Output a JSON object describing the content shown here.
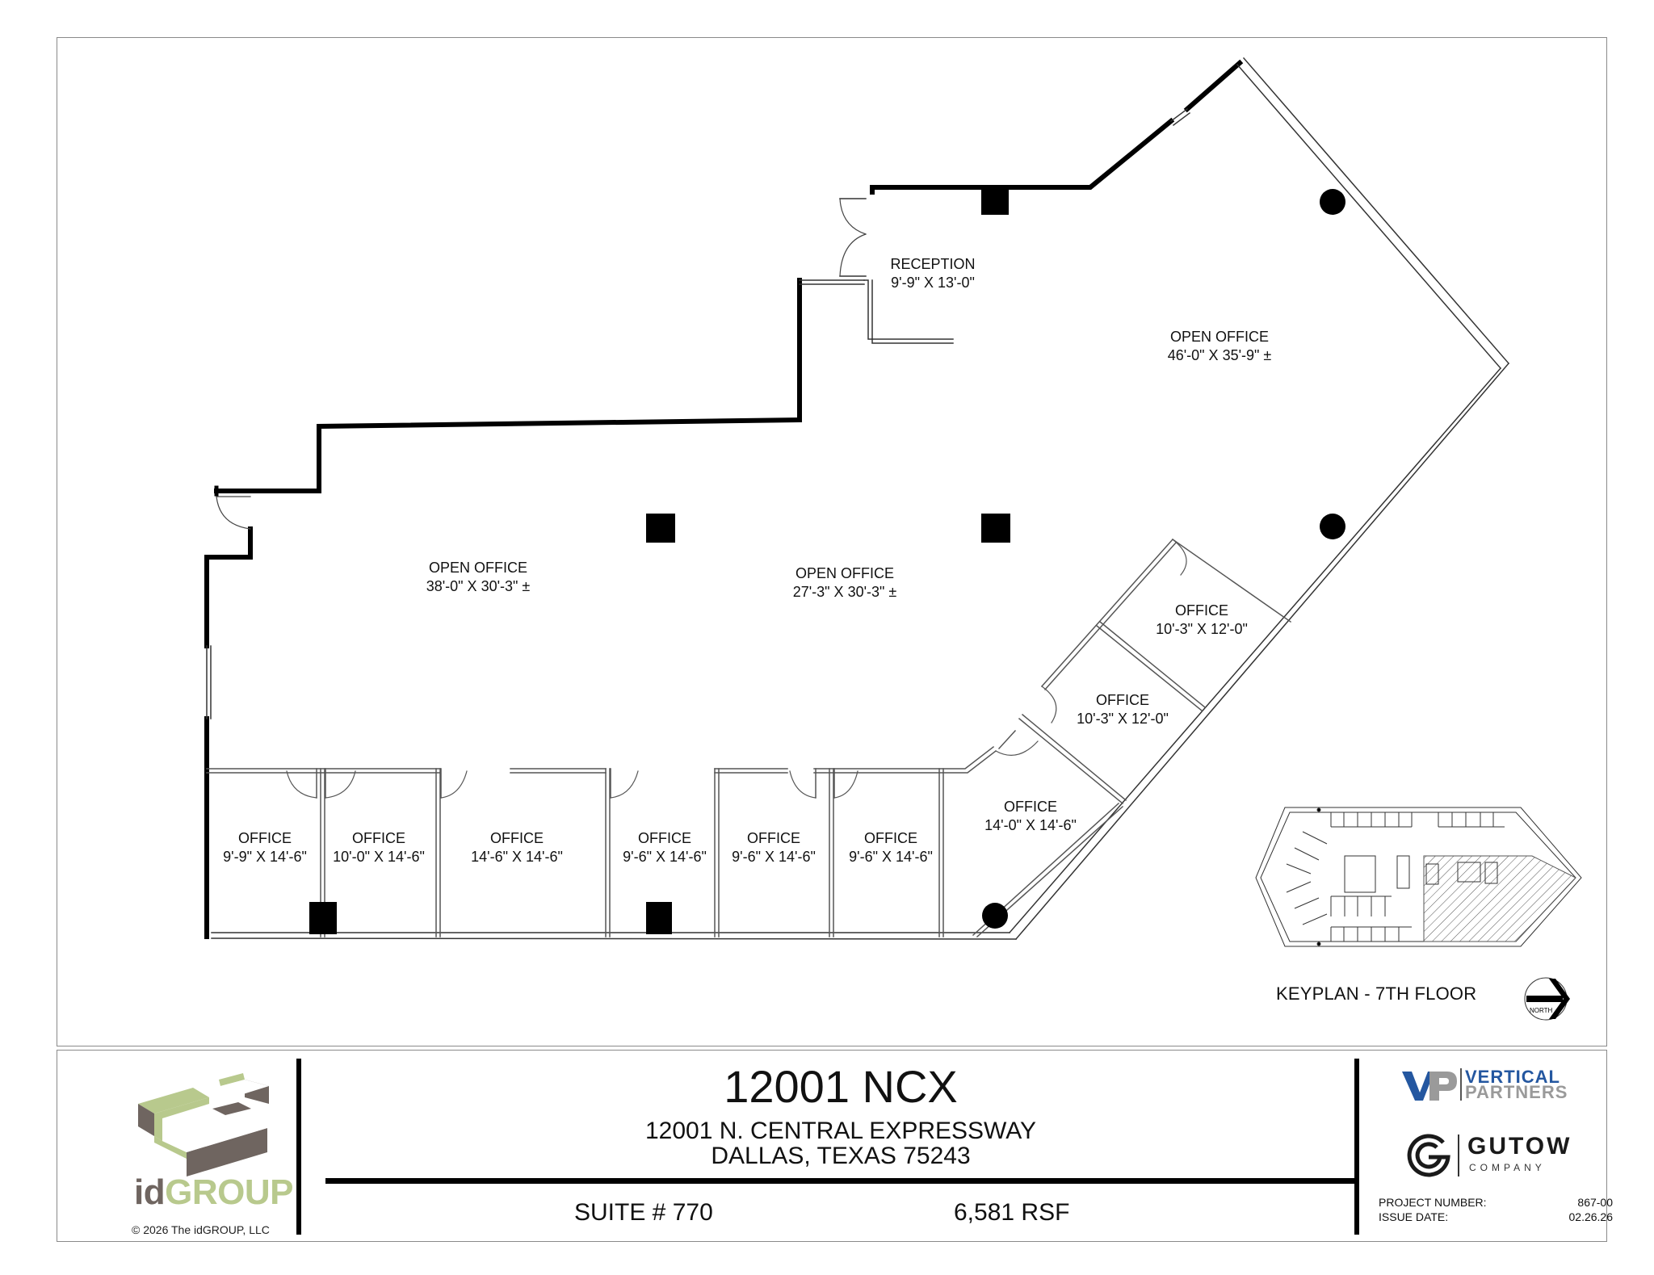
{
  "floorplan": {
    "rooms": [
      {
        "id": "reception",
        "name": "RECEPTION",
        "size": "9'-9\" X 13'-0\""
      },
      {
        "id": "open-office-ne",
        "name": "OPEN OFFICE",
        "size": "46'-0\" X 35'-9\" ±"
      },
      {
        "id": "open-office-w",
        "name": "OPEN OFFICE",
        "size": "38'-0\" X 30'-3\" ±"
      },
      {
        "id": "open-office-c",
        "name": "OPEN OFFICE",
        "size": "27'-3\" X 30'-3\" ±"
      },
      {
        "id": "office-diag-1",
        "name": "OFFICE",
        "size": "10'-3\" X 12'-0\""
      },
      {
        "id": "office-diag-2",
        "name": "OFFICE",
        "size": "10'-3\" X 12'-0\""
      },
      {
        "id": "office-corner",
        "name": "OFFICE",
        "size": "14'-0\" X 14'-6\""
      },
      {
        "id": "office-1",
        "name": "OFFICE",
        "size": "9'-9\" X 14'-6\""
      },
      {
        "id": "office-2",
        "name": "OFFICE",
        "size": "10'-0\" X 14'-6\""
      },
      {
        "id": "office-3",
        "name": "OFFICE",
        "size": "14'-6\" X 14'-6\""
      },
      {
        "id": "office-4",
        "name": "OFFICE",
        "size": "9'-6\" X 14'-6\""
      },
      {
        "id": "office-5",
        "name": "OFFICE",
        "size": "9'-6\" X 14'-6\""
      },
      {
        "id": "office-6",
        "name": "OFFICE",
        "size": "9'-6\" X 14'-6\""
      }
    ],
    "icons": {
      "column_square": "square-column-icon",
      "column_round": "round-column-icon",
      "door": "door-swing-icon",
      "north_arrow": "north-arrow-icon"
    }
  },
  "keyplan": {
    "title": "KEYPLAN - 7TH FLOOR",
    "north_label": "NORTH"
  },
  "titleblock": {
    "building_name": "12001 NCX",
    "address_line1": "12001 N. CENTRAL EXPRESSWAY",
    "address_line2": "DALLAS, TEXAS 75243",
    "suite": "SUITE # 770",
    "area": "6,581 RSF",
    "architect": {
      "logo_id": "id",
      "logo_group": "GROUP",
      "copyright": "© 2026 The idGROUP, LLC",
      "colors": {
        "green": "#b8c98d",
        "taupe": "#6f6560"
      }
    },
    "partners": [
      {
        "name_line1": "VERTICAL",
        "name_line2": "PARTNERS",
        "mark": "VP",
        "colors": {
          "blue": "#2457a0",
          "gray": "#9a9a9a"
        }
      },
      {
        "name_line1": "GUTOW",
        "name_line2": "COMPANY",
        "mark": "G"
      }
    ],
    "project_number_label": "PROJECT NUMBER:",
    "project_number": "867-00",
    "issue_date_label": "ISSUE DATE:",
    "issue_date": "02.26.26"
  }
}
